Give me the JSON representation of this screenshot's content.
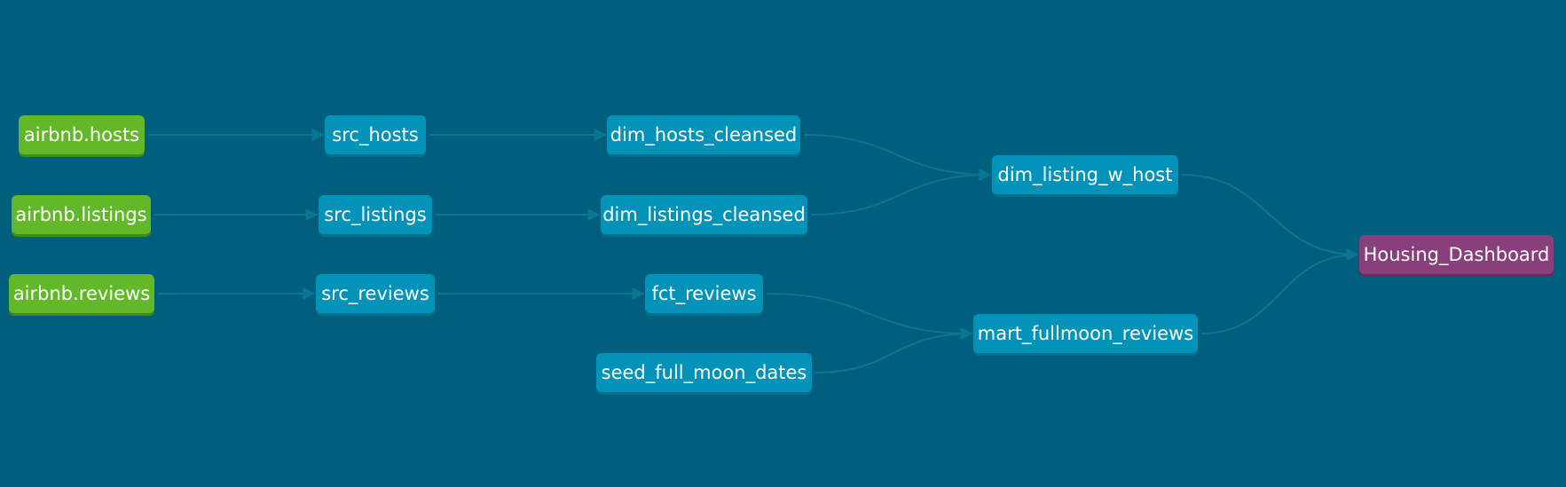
{
  "colors": {
    "background": "#005f7c",
    "source": "#63b82a",
    "model": "#0493b8",
    "exposure": "#8a3f7d",
    "edge": "#0a7694"
  },
  "nodes": {
    "airbnb_hosts": {
      "label": "airbnb.hosts",
      "kind": "source"
    },
    "airbnb_listings": {
      "label": "airbnb.listings",
      "kind": "source"
    },
    "airbnb_reviews": {
      "label": "airbnb.reviews",
      "kind": "source"
    },
    "src_hosts": {
      "label": "src_hosts",
      "kind": "model"
    },
    "src_listings": {
      "label": "src_listings",
      "kind": "model"
    },
    "src_reviews": {
      "label": "src_reviews",
      "kind": "model"
    },
    "dim_hosts_cleansed": {
      "label": "dim_hosts_cleansed",
      "kind": "model"
    },
    "dim_listings_cleansed": {
      "label": "dim_listings_cleansed",
      "kind": "model"
    },
    "fct_reviews": {
      "label": "fct_reviews",
      "kind": "model"
    },
    "seed_full_moon_dates": {
      "label": "seed_full_moon_dates",
      "kind": "model"
    },
    "dim_listing_w_host": {
      "label": "dim_listing_w_host",
      "kind": "model"
    },
    "mart_fullmoon_reviews": {
      "label": "mart_fullmoon_reviews",
      "kind": "model"
    },
    "housing_dashboard": {
      "label": "Housing_Dashboard",
      "kind": "exposure"
    }
  },
  "edges": [
    {
      "from": "airbnb_hosts",
      "to": "src_hosts"
    },
    {
      "from": "airbnb_listings",
      "to": "src_listings"
    },
    {
      "from": "airbnb_reviews",
      "to": "src_reviews"
    },
    {
      "from": "src_hosts",
      "to": "dim_hosts_cleansed"
    },
    {
      "from": "src_listings",
      "to": "dim_listings_cleansed"
    },
    {
      "from": "src_reviews",
      "to": "fct_reviews"
    },
    {
      "from": "dim_hosts_cleansed",
      "to": "dim_listing_w_host"
    },
    {
      "from": "dim_listings_cleansed",
      "to": "dim_listing_w_host"
    },
    {
      "from": "fct_reviews",
      "to": "mart_fullmoon_reviews"
    },
    {
      "from": "seed_full_moon_dates",
      "to": "mart_fullmoon_reviews"
    },
    {
      "from": "dim_listing_w_host",
      "to": "housing_dashboard"
    },
    {
      "from": "mart_fullmoon_reviews",
      "to": "housing_dashboard"
    }
  ]
}
